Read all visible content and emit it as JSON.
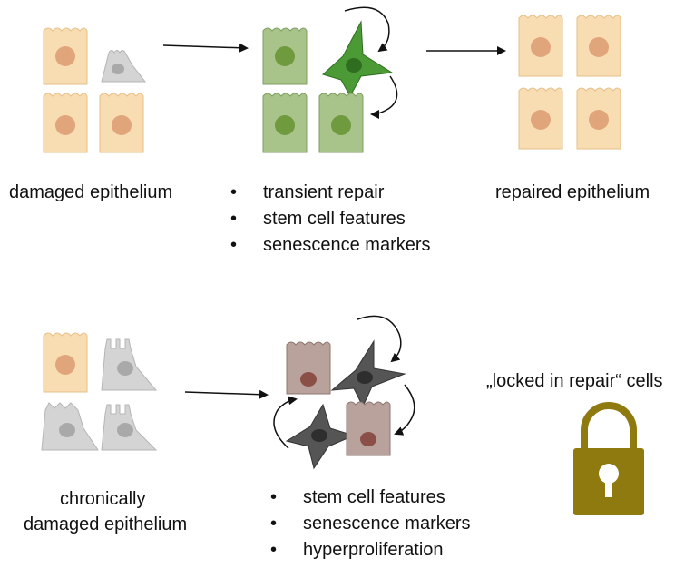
{
  "top": {
    "left_label": "damaged epithelium",
    "middle_bullets": [
      "transient repair",
      "stem cell features",
      "senescence markers"
    ],
    "right_label": "repaired epithelium"
  },
  "bottom": {
    "left_label_line1": "chronically",
    "left_label_line2": "damaged epithelium",
    "middle_bullets": [
      "stem cell features",
      "senescence markers",
      "hyperproliferation"
    ],
    "right_label": "„locked in repair“ cells"
  },
  "colors": {
    "healthy_cell": "#f8dcb2",
    "healthy_nucleus": "#e0a57a",
    "damaged_cell": "#d4d4d4",
    "damaged_nucleus": "#a9a9a9",
    "repair_cell": "#a8c48a",
    "repair_nucleus": "#6f9a3e",
    "repair_migrating": "#4b9a35",
    "locked_cell": "#b9a29b",
    "locked_nucleus": "#8a4f47",
    "locked_migrating": "#555555",
    "padlock": "#8f7a10"
  },
  "icons": [
    "arrow-right-icon",
    "curved-arrow-icon",
    "padlock-icon"
  ]
}
